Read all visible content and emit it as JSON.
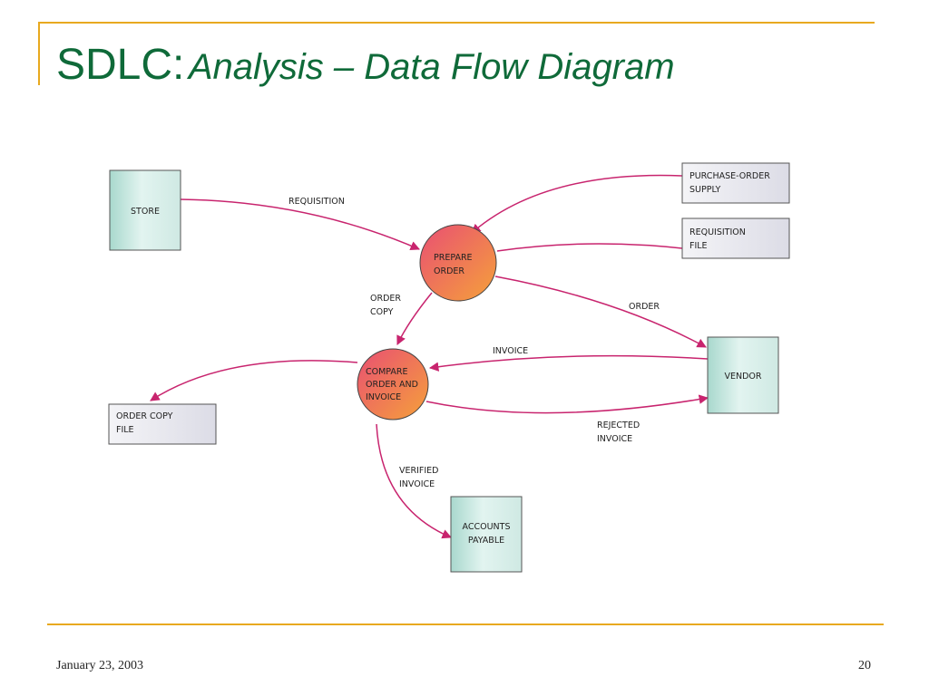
{
  "slide": {
    "title_main": "SDLC:",
    "title_sub": "Analysis – Data Flow Diagram",
    "date": "January 23, 2003",
    "page_number": "20"
  },
  "diagram": {
    "entities": {
      "store": "STORE",
      "purchase_order_supply": [
        "PURCHASE-ORDER",
        "SUPPLY"
      ],
      "requisition_file": [
        "REQUISITION",
        "FILE"
      ],
      "vendor": "VENDOR",
      "order_copy_file": [
        "ORDER COPY",
        "FILE"
      ],
      "accounts_payable": [
        "ACCOUNTS",
        "PAYABLE"
      ]
    },
    "processes": {
      "prepare_order": [
        "PREPARE",
        "ORDER"
      ],
      "compare_order_invoice": [
        "COMPARE",
        "ORDER AND",
        "INVOICE"
      ]
    },
    "flows": {
      "requisition": "REQUISITION",
      "order_copy": [
        "ORDER",
        "COPY"
      ],
      "order": "ORDER",
      "invoice": "INVOICE",
      "rejected_invoice": [
        "REJECTED",
        "INVOICE"
      ],
      "verified_invoice": [
        "VERIFIED",
        "INVOICE"
      ]
    },
    "colors": {
      "entity_fill": "#d2ede8",
      "file_fill": "#e6e6ee",
      "arrow": "#c8246e",
      "process_top": "#e94f73",
      "process_bottom": "#f5a13a"
    }
  }
}
